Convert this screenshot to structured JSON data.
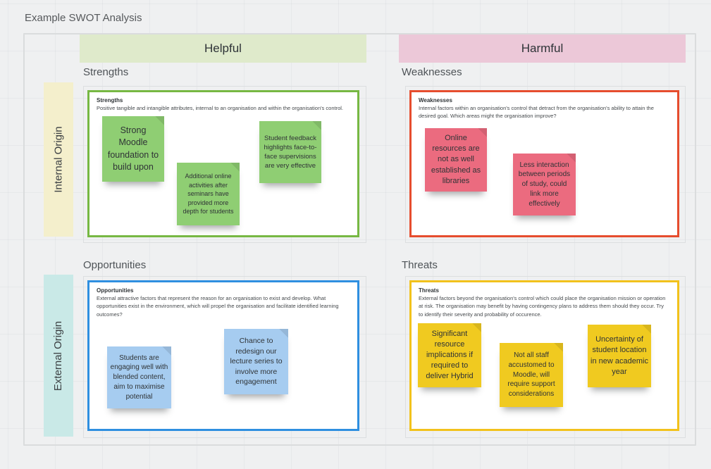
{
  "page": {
    "title": "Example SWOT Analysis"
  },
  "headers": {
    "helpful": "Helpful",
    "harmful": "Harmful",
    "helpful_color": "#dfeacb",
    "harmful_color": "#ecc8d8"
  },
  "rows": {
    "internal": "Internal Origin",
    "external": "External Origin",
    "internal_color": "#f4efcc",
    "external_color": "#c9e9e7"
  },
  "quadrants": {
    "strengths": {
      "label": "Strengths",
      "box_title": "Strengths",
      "description": "Positive tangible and intangible attributes, internal to an organisation and within the organisation's control.",
      "border_color": "#77b843",
      "note_color": "#8fce73",
      "notes": [
        {
          "text": "Strong Moodle foundation to build upon"
        },
        {
          "text": "Additional online activities after seminars have provided more depth for students"
        },
        {
          "text": "Student feedback highlights face-to-face supervisions are very effective"
        }
      ]
    },
    "weaknesses": {
      "label": "Weaknesses",
      "box_title": "Weaknesses",
      "description": "Internal factors within an organisation's control that detract from the organisation's ability to attain the desired goal. Which areas might the organisation improve?",
      "border_color": "#e64d2e",
      "note_color": "#eb6b7f",
      "notes": [
        {
          "text": "Online resources are not as well established as libraries"
        },
        {
          "text": "Less interaction between periods of study, could link more effectively"
        }
      ]
    },
    "opportunities": {
      "label": "Opportunities",
      "box_title": "Opportunities",
      "description": "External attractive factors that represent the reason for an organisation to exist and develop. What opportunities exist in the environment, which will propel the organisation and facilitate identified learning outcomes?",
      "border_color": "#2f8fe0",
      "note_color": "#a6ccf0",
      "notes": [
        {
          "text": "Students are engaging well with blended content, aim to maximise potential"
        },
        {
          "text": "Chance to redesign our lecture series to involve more engagement"
        }
      ]
    },
    "threats": {
      "label": "Threats",
      "box_title": "Threats",
      "description": "External factors beyond the organisation's control which could place the organisation mission or operation at risk. The organisation may benefit by having contingency plans to address them should they occur. Try to identify their severity and probability of occurence.",
      "border_color": "#f2c21c",
      "note_color": "#f0ca20",
      "notes": [
        {
          "text": "Significant resource implications if required to deliver Hybrid"
        },
        {
          "text": "Not all staff accustomed to Moodle, will require support considerations"
        },
        {
          "text": "Uncertainty of student location in new academic year"
        }
      ]
    }
  }
}
